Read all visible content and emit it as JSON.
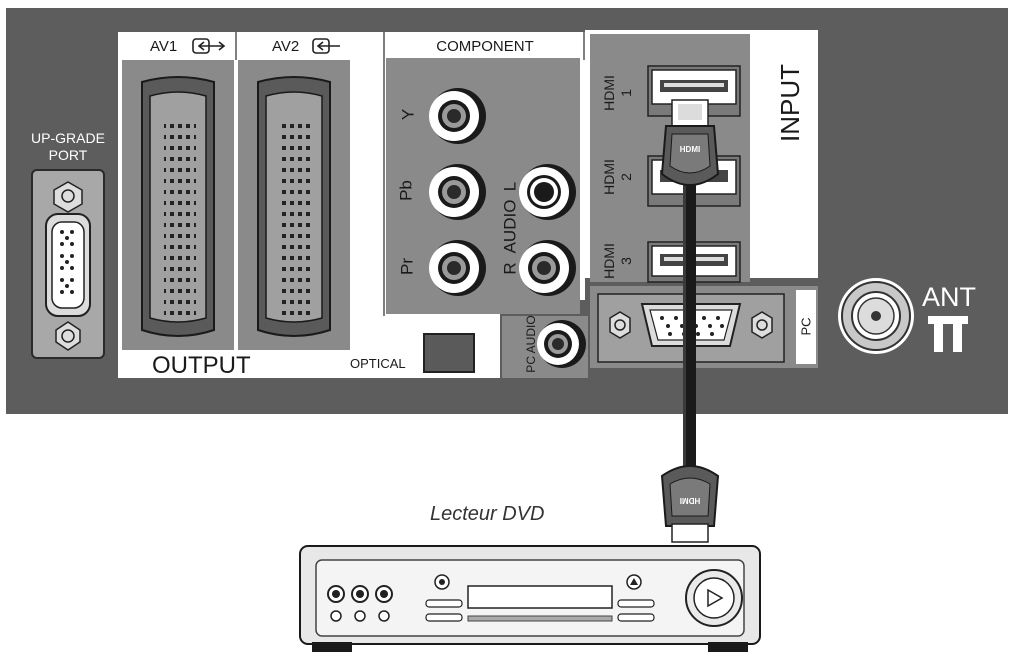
{
  "panel": {
    "upgrade_port": [
      "UP-GRADE",
      "PORT"
    ],
    "av1": "AV1",
    "av2": "AV2",
    "component": "COMPONENT",
    "component_y": "Y",
    "component_pb": "Pb",
    "component_pr": "Pr",
    "audio_l": "L",
    "audio": "AUDIO",
    "audio_r": "R",
    "output": "OUTPUT",
    "optical": "OPTICAL",
    "pc_audio": "PC AUDIO",
    "hdmi1": [
      "HDMI",
      "1"
    ],
    "hdmi2": [
      "HDMI",
      "2"
    ],
    "hdmi3": [
      "HDMI",
      "3"
    ],
    "input": "INPUT",
    "pc": "PC",
    "ant": "ANT"
  },
  "device": {
    "label": "Lecteur DVD"
  },
  "colors": {
    "panel": "#5d5d5d",
    "panel_light": "#ffffff",
    "port_gray": "#9a9a9a",
    "cable": "#1a1a1a"
  },
  "icons": [
    "av-in-out-arrow-icon",
    "av-in-arrow-icon",
    "antenna-icon",
    "hdmi-plug-icon"
  ]
}
